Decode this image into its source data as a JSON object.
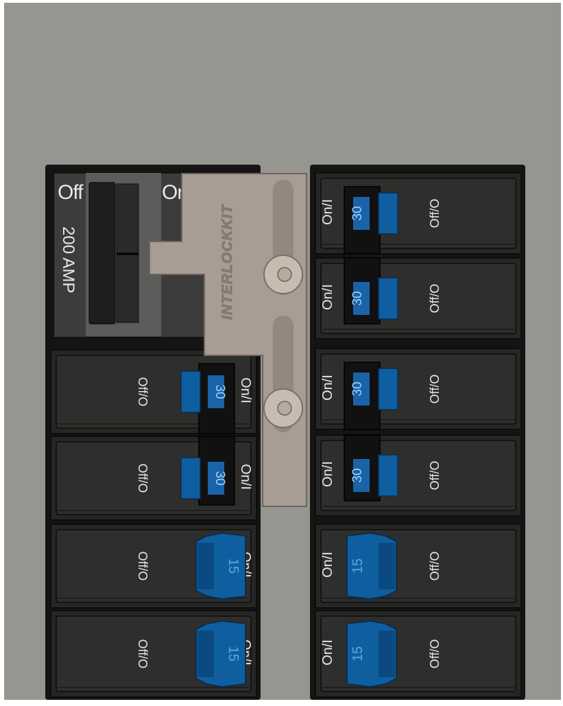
{
  "main_breaker": {
    "off_label": "Off",
    "on_label": "On",
    "rating_label": "200 AMP"
  },
  "interlock": {
    "brand_label": "INTERLOCKKIT"
  },
  "breakers": {
    "on_label": "On/I",
    "off_label": "Off/O",
    "left": [
      {
        "rating": "30",
        "style": "double-pole-top"
      },
      {
        "rating": "30",
        "style": "double-pole-bottom"
      },
      {
        "rating": "15",
        "style": "single"
      },
      {
        "rating": "15",
        "style": "single"
      }
    ],
    "right": [
      {
        "rating": "30",
        "style": "double-pole-top"
      },
      {
        "rating": "30",
        "style": "double-pole-bottom"
      },
      {
        "rating": "30",
        "style": "double-pole-top"
      },
      {
        "rating": "30",
        "style": "double-pole-bottom"
      },
      {
        "rating": "15",
        "style": "single"
      },
      {
        "rating": "15",
        "style": "single"
      }
    ]
  },
  "colors": {
    "panel": "#969690",
    "breaker_body": "#2e2e2c",
    "handle_blue": "#0f5fa0",
    "interlock_plate": "#a89c94"
  }
}
